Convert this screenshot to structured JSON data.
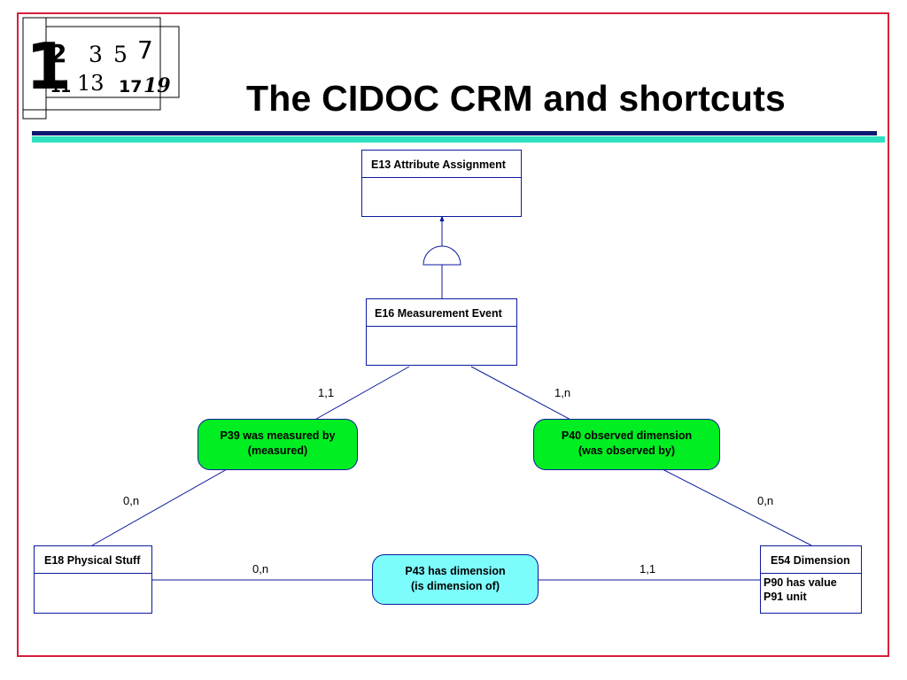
{
  "slide": {
    "title": "The CIDOC CRM and shortcuts"
  },
  "logo": {
    "numerals_top": [
      "1",
      "2",
      "3",
      "5",
      "7"
    ],
    "numerals_bottom": [
      "11",
      "13",
      "17",
      "19"
    ]
  },
  "diagram": {
    "classes": {
      "e13": {
        "label": "E13 Attribute Assignment",
        "body": []
      },
      "e16": {
        "label": "E16 Measurement Event",
        "body": []
      },
      "e18": {
        "label": "E18 Physical Stuff",
        "body": []
      },
      "e54": {
        "label": "E54 Dimension",
        "body": [
          "P90 has value",
          "P91 unit"
        ]
      }
    },
    "properties": {
      "p39": {
        "line1": "P39 was measured by",
        "line2": "(measured)"
      },
      "p40": {
        "line1": "P40 observed dimension",
        "line2": "(was observed by)"
      },
      "p43": {
        "line1": "P43 has dimension",
        "line2": "(is dimension of)"
      }
    },
    "cardinalities": {
      "e16_p39": "1,1",
      "e16_p40": "1,n",
      "p39_e18": "0,n",
      "p40_e54": "0,n",
      "e18_p43": "0,n",
      "p43_e54": "1,1"
    },
    "colors": {
      "frame": "#d81e3c",
      "line": "#0d1a9e",
      "property_green": "#00ee22",
      "property_cyan": "#7cfdfc",
      "rule_navy": "#0b1a6e",
      "rule_teal": "#2fe0c2"
    }
  }
}
